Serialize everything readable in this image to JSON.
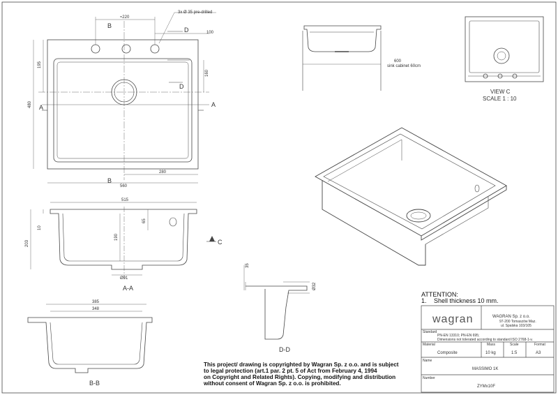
{
  "top_view": {
    "holes_note": "3x Ø 35 pre-drilled",
    "dim_220": "≈220",
    "dim_100": "100",
    "dim_195": "195",
    "dim_480": "480",
    "dim_160": "160",
    "dim_280": "280",
    "dim_560": "560",
    "label_b_top": "B",
    "label_b_bottom": "B",
    "label_a_left": "A",
    "label_a_right": "A",
    "label_d_top": "D",
    "label_d_bottom": "D"
  },
  "cabinet_view": {
    "dim_600": "600",
    "note": "sink cabinet 60cm"
  },
  "view_c": {
    "title": "VIEW C",
    "scale": "SCALE 1 : 10"
  },
  "section_aa": {
    "dim_515": "515",
    "dim_10": "10",
    "dim_203": "203",
    "dim_65": "65",
    "dim_190": "190",
    "dim_91": "Ø91",
    "label_c": "C",
    "title": "A-A"
  },
  "section_bb": {
    "dim_385": "385",
    "dim_348": "348",
    "title": "B-B"
  },
  "section_dd": {
    "dim_35": "35",
    "dim_32": "Ø32",
    "title": "D-D"
  },
  "attention": {
    "heading": "ATTENTION:",
    "item_number": "1.",
    "item_text": "Shell thickness 10 mm."
  },
  "title_block": {
    "logo": "wagran",
    "company": "WAGRAN Sp. z o.o.",
    "address_1": "97-200 Tomaszów Maz.",
    "address_2": "ul. Spalska 103/105",
    "standard_label": "Standard",
    "standard_1": "PN-EN 13310; PN-EN 695;",
    "standard_2": "Dimensions not tolerated according to standard ISO 2768-1-v.",
    "material_label": "Material",
    "material": "Composite",
    "mass_label": "Mass",
    "mass": "10 kg",
    "scale_label": "Scale",
    "scale": "1:5",
    "format_label": "Format",
    "format": "A3",
    "name_label": "Name",
    "name": "MASSIMO 1K",
    "number_label": "Number",
    "number": "ZYMx10F"
  },
  "copyright": {
    "line_1": "This project/ drawing is copyrighted by Wagran Sp. z o.o. and is subject",
    "line_2": "to legal protection (art.1 par. 2 pt. 5 of Act from February 4, 1994",
    "line_3": "on Copyright and Related Rights). Copying, modifying and distribution",
    "line_4": "without consent of Wagran Sp. z o.o. is prohibited."
  }
}
